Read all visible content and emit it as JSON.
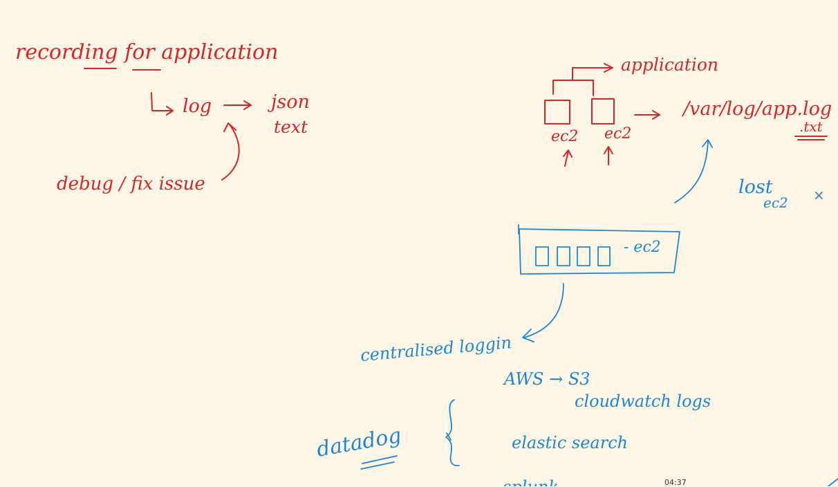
{
  "colors": {
    "background": "#fdf6e6",
    "red_ink": "#d32828",
    "blue_ink": "#1f86d6"
  },
  "red_notes": {
    "title": "recording for application",
    "log": "log",
    "json": "json",
    "text": "text",
    "debug": "debug / fix issue",
    "application": "application",
    "ec2_a": "ec2",
    "ec2_b": "ec2",
    "path": "/var/log/app.log",
    "txt": ".txt"
  },
  "blue_notes": {
    "lost": "lost",
    "lost_ec2": "ec2",
    "cross": "×",
    "ec2_label": "- ec2",
    "centralised": "centralised loggin",
    "aws": "AWS → S3",
    "cloudwatch": "cloudwatch logs",
    "datadog": "datadog",
    "elastic": "elastic search",
    "partial": "splunk"
  },
  "timestamp": "04:37"
}
